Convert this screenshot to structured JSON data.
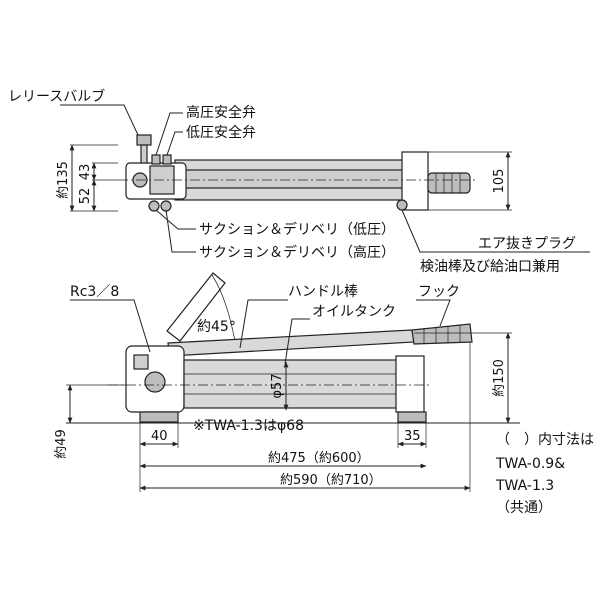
{
  "top_view": {
    "labels": {
      "release_valve": "レリースバルブ",
      "high_pressure_safety_valve": "高圧安全弁",
      "low_pressure_safety_valve": "低圧安全弁",
      "suction_low": "サクション＆デリベリ（低圧）",
      "suction_high": "サクション＆デリベリ（高圧）",
      "air_vent_plug": "エア抜きプラグ",
      "dipstick_filler": "検油棒及び給油口兼用"
    },
    "dims": {
      "approx_135": "約135",
      "d52": "52",
      "d43": "43",
      "d105": "105"
    }
  },
  "side_view": {
    "labels": {
      "port": "Rc3／8",
      "handle_bar": "ハンドル棒",
      "hook": "フック",
      "oil_tank": "オイルタンク",
      "angle": "約45°",
      "note": "※TWA-1.3はφ68"
    },
    "dims": {
      "dia57": "φ57",
      "approx_150": "約150",
      "approx_49": "約49",
      "d40": "40",
      "d35": "35",
      "len_475": "約475（約600）",
      "len_590": "約590（約710）"
    }
  },
  "legend": {
    "line1": "（　）内寸法は",
    "line2": "TWA-0.9&",
    "line3": "TWA-1.3",
    "line4": "（共通）"
  }
}
